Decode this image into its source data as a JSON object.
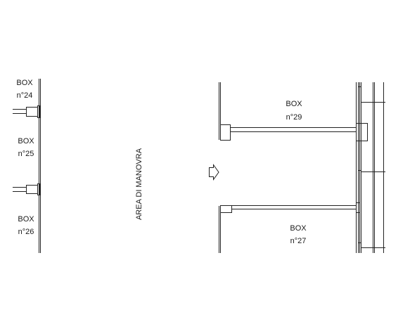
{
  "boxes": [
    {
      "id": "24",
      "line1": "BOX",
      "line2": "n°24"
    },
    {
      "id": "25",
      "line1": "BOX",
      "line2": "n°25"
    },
    {
      "id": "26",
      "line1": "BOX",
      "line2": "n°26"
    },
    {
      "id": "29",
      "line1": "BOX",
      "line2": "n°29"
    },
    {
      "id": "27",
      "line1": "BOX",
      "line2": "n°27"
    }
  ],
  "maneuver_area": "AREA DI MANOVRA",
  "colors": {
    "line": "#222222",
    "background": "#ffffff"
  },
  "icons": {
    "direction": "arrow-right-outline-icon"
  }
}
